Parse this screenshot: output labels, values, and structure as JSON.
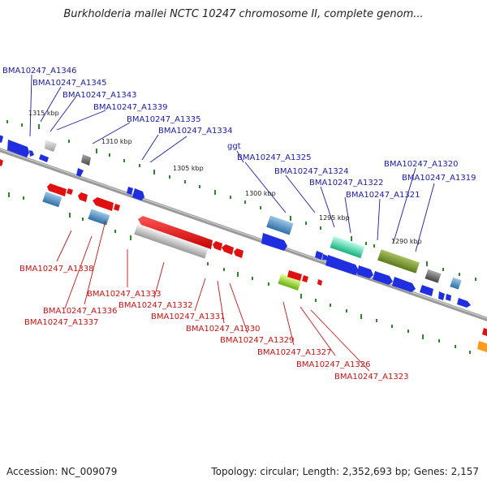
{
  "title": "Burkholderia mallei NCTC 10247 chromosome II, complete genom...",
  "accession": "Accession: NC_009079",
  "topology": "Topology: circular; Length: 2,352,693 bp; Genes: 2,157",
  "colors": {
    "forward_label": "#1a1aaa",
    "reverse_label": "#cc1111",
    "forward_gene": "#1f2fe0",
    "reverse_gene": "#e01010",
    "backbone": "#888888",
    "tick": "#2a8a2a"
  },
  "kbp_ticks": [
    {
      "label": "1315 kbp"
    },
    {
      "label": "1310 kbp"
    },
    {
      "label": "1305 kbp"
    },
    {
      "label": "1300 kbp"
    },
    {
      "label": "1295 kbp"
    },
    {
      "label": "1290 kbp"
    }
  ],
  "forward_labels": [
    {
      "text": "BMA10247_A1346"
    },
    {
      "text": "BMA10247_A1345"
    },
    {
      "text": "BMA10247_A1343"
    },
    {
      "text": "BMA10247_A1339"
    },
    {
      "text": "BMA10247_A1335"
    },
    {
      "text": "BMA10247_A1334"
    },
    {
      "text": "ggt"
    },
    {
      "text": "BMA10247_A1325"
    },
    {
      "text": "BMA10247_A1324"
    },
    {
      "text": "BMA10247_A1322"
    },
    {
      "text": "BMA10247_A1321"
    },
    {
      "text": "BMA10247_A1320"
    },
    {
      "text": "BMA10247_A1319"
    }
  ],
  "reverse_labels": [
    {
      "text": "BMA10247_A1338"
    },
    {
      "text": "BMA10247_A1333"
    },
    {
      "text": "BMA10247_A1336"
    },
    {
      "text": "BMA10247_A1337"
    },
    {
      "text": "BMA10247_A1332"
    },
    {
      "text": "BMA10247_A1331"
    },
    {
      "text": "BMA10247_A1330"
    },
    {
      "text": "BMA10247_A1329"
    },
    {
      "text": "BMA10247_A1327"
    },
    {
      "text": "BMA10247_A1326"
    },
    {
      "text": "BMA10247_A1323"
    }
  ]
}
